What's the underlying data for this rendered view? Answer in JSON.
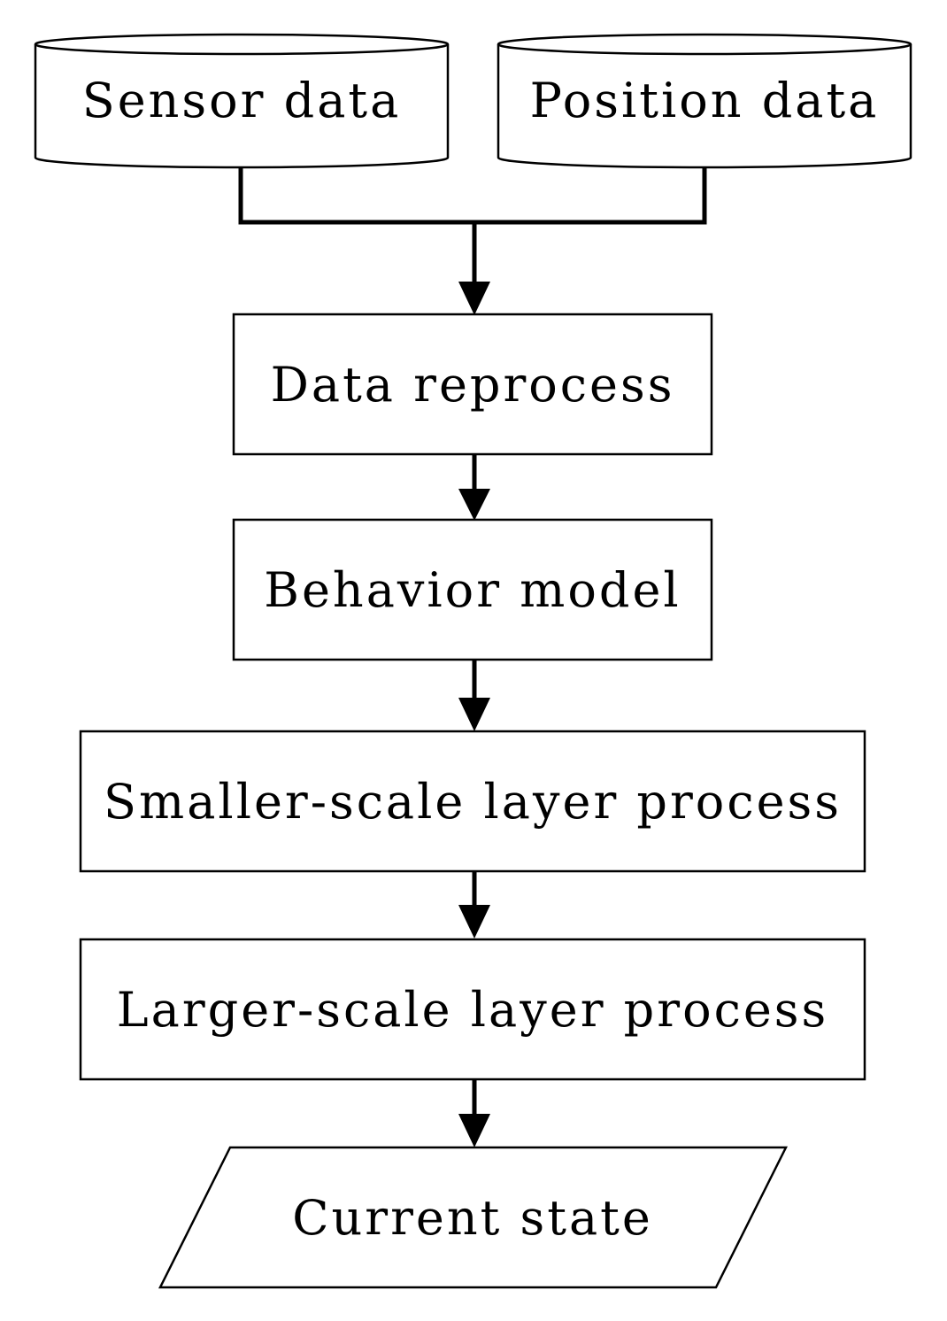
{
  "diagram": {
    "sources": [
      {
        "label": "Sensor data"
      },
      {
        "label": "Position data"
      }
    ],
    "steps": [
      {
        "label": "Data reprocess"
      },
      {
        "label": "Behavior model"
      },
      {
        "label": "Smaller-scale layer process"
      },
      {
        "label": "Larger-scale layer process"
      }
    ],
    "output": {
      "label": "Current state"
    }
  }
}
